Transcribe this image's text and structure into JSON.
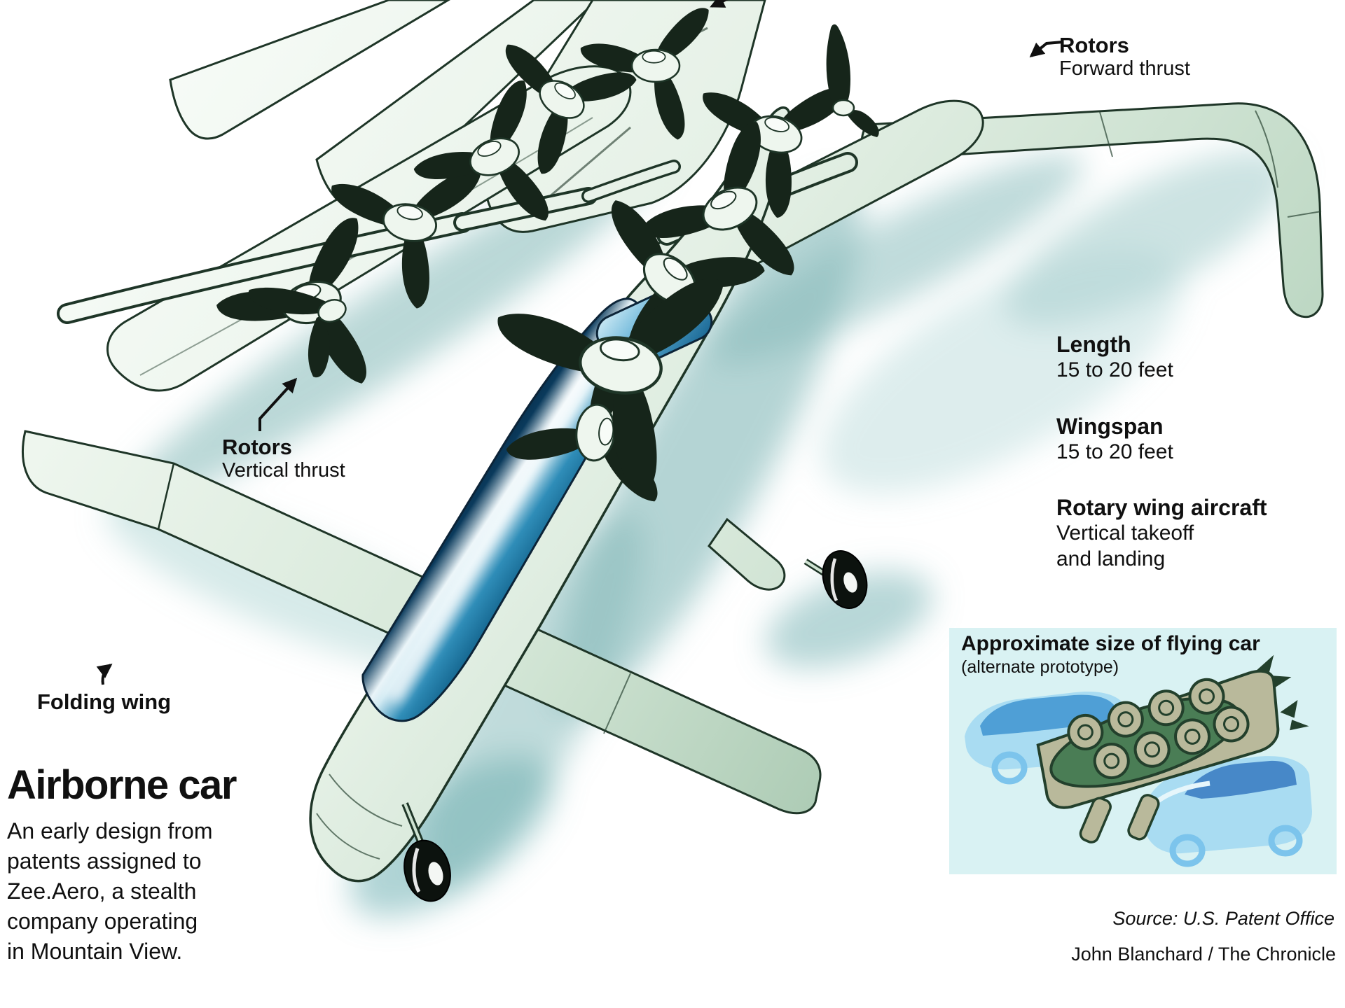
{
  "headline": {
    "title": "Airborne car",
    "description": [
      "An early design from",
      "patents assigned to",
      "Zee.Aero, a stealth",
      "company operating",
      "in Mountain View."
    ]
  },
  "annotations": {
    "rotors_forward": {
      "title": "Rotors",
      "subtitle": "Forward thrust"
    },
    "rotors_vertical": {
      "title": "Rotors",
      "subtitle": "Vertical thrust"
    },
    "folding_wing": {
      "label": "Folding wing"
    }
  },
  "specs": {
    "length": {
      "label": "Length",
      "value": "15 to 20 feet"
    },
    "wingspan": {
      "label": "Wingspan",
      "value": "15 to 20 feet"
    },
    "aircraft_type": {
      "label": "Rotary wing aircraft",
      "value_line1": "Vertical takeoff",
      "value_line2": "and landing"
    }
  },
  "inset": {
    "title": "Approximate size of flying car",
    "subtitle": "(alternate prototype)"
  },
  "credits": {
    "source": "Source: U.S. Patent Office",
    "byline": "John Blanchard / The Chronicle"
  },
  "colors": {
    "background": "#ffffff",
    "shadow_teal": "#82b8b7",
    "aircraft_body": "#e9f3ea",
    "aircraft_outline": "#1e3527",
    "rotor_dark": "#16251a",
    "canopy_navy": "#051d33",
    "canopy_blue": "#2f8db8",
    "inset_background": "#d9f2f3",
    "car_blue": "#a9dcf2",
    "car_window_blue": "#4f9fd6",
    "flying_car_tan": "#b9b99b",
    "flying_car_green": "#4a7d55",
    "text": "#101010"
  }
}
